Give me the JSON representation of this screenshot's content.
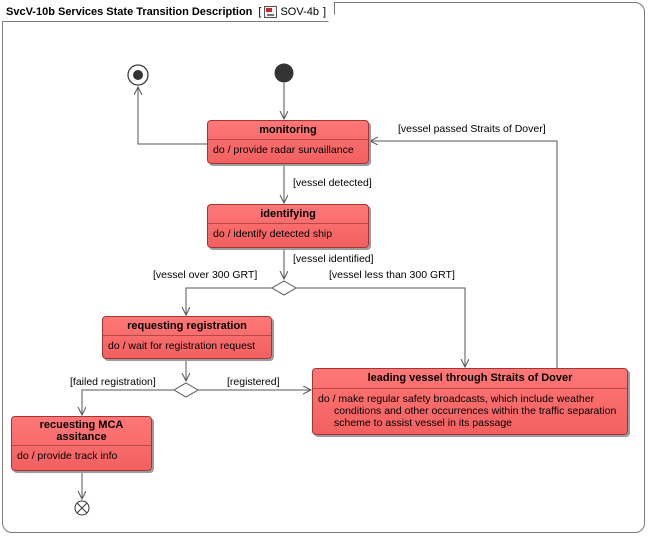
{
  "frame": {
    "title": "SvcV-10b Services State Transition Description",
    "ref_open": "[",
    "ref_icon": "diagram-icon",
    "ref_label": "SOV-4b",
    "ref_close": "]"
  },
  "states": {
    "monitoring": {
      "name": "monitoring",
      "activity": "do / provide radar survaillance"
    },
    "identifying": {
      "name": "identifying",
      "activity": "do / identify detected ship"
    },
    "requesting": {
      "name": "requesting registration",
      "activity": "do / wait for registration request"
    },
    "leading": {
      "name": "leading vessel through Straits of Dover",
      "activity": "do / make regular safety broadcasts, which include weather conditions and other occurrences within the traffic separation scheme to assist vessel in its passage"
    },
    "recuesting": {
      "name": "recuesting MCA assitance",
      "activity": "do / provide track info"
    }
  },
  "guards": {
    "passed": "[vessel passed Straits of Dover]",
    "detected": "[vessel detected]",
    "identified": "[vessel identified]",
    "over300": "[vessel over 300 GRT]",
    "less300": "[vessel less than 300 GRT]",
    "failed": "[failed registration]",
    "registered": "[registered]"
  },
  "colors": {
    "state_fill": "#f26060",
    "state_border": "#a43434",
    "line": "#555555"
  }
}
